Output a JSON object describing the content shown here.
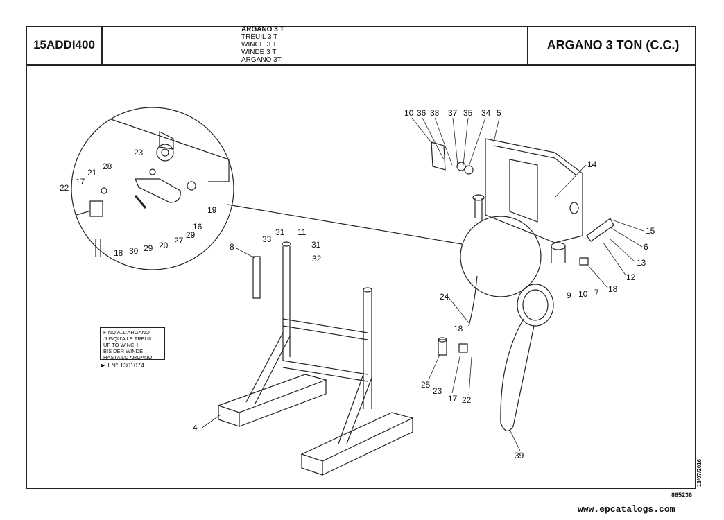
{
  "header": {
    "code": "15ADDI400",
    "titles": [
      "ARGANO 3 T",
      "TREUIL 3 T",
      "WINCH 3 T",
      "WINDE 3 T",
      "ARGANO 3T"
    ],
    "right_title": "ARGANO 3 TON (C.C.)"
  },
  "note": {
    "lines": [
      "FINO ALL'ARGANO",
      "JUSQU'A LE TREUIL",
      "UP TO WINCH",
      "BIS DER WINDE",
      "HASTA LO ARGANO"
    ],
    "ref": "► I N° 1301074"
  },
  "callouts": {
    "top": [
      "10",
      "36",
      "38",
      "37",
      "35",
      "34",
      "5"
    ],
    "right": [
      "14",
      "15",
      "6",
      "13",
      "12",
      "18",
      "7",
      "10",
      "9"
    ],
    "detail": [
      "23",
      "28",
      "21",
      "22",
      "17",
      "19",
      "16",
      "29",
      "27",
      "20",
      "29",
      "30",
      "18"
    ],
    "frame": [
      "8",
      "33",
      "31",
      "11",
      "31",
      "32",
      "4"
    ],
    "cable": [
      "24",
      "18",
      "25",
      "23",
      "17",
      "22",
      "39"
    ]
  },
  "footer": {
    "date": "13/07/2016",
    "doc_number": "885236",
    "website": "www.epcatalogs.com"
  }
}
